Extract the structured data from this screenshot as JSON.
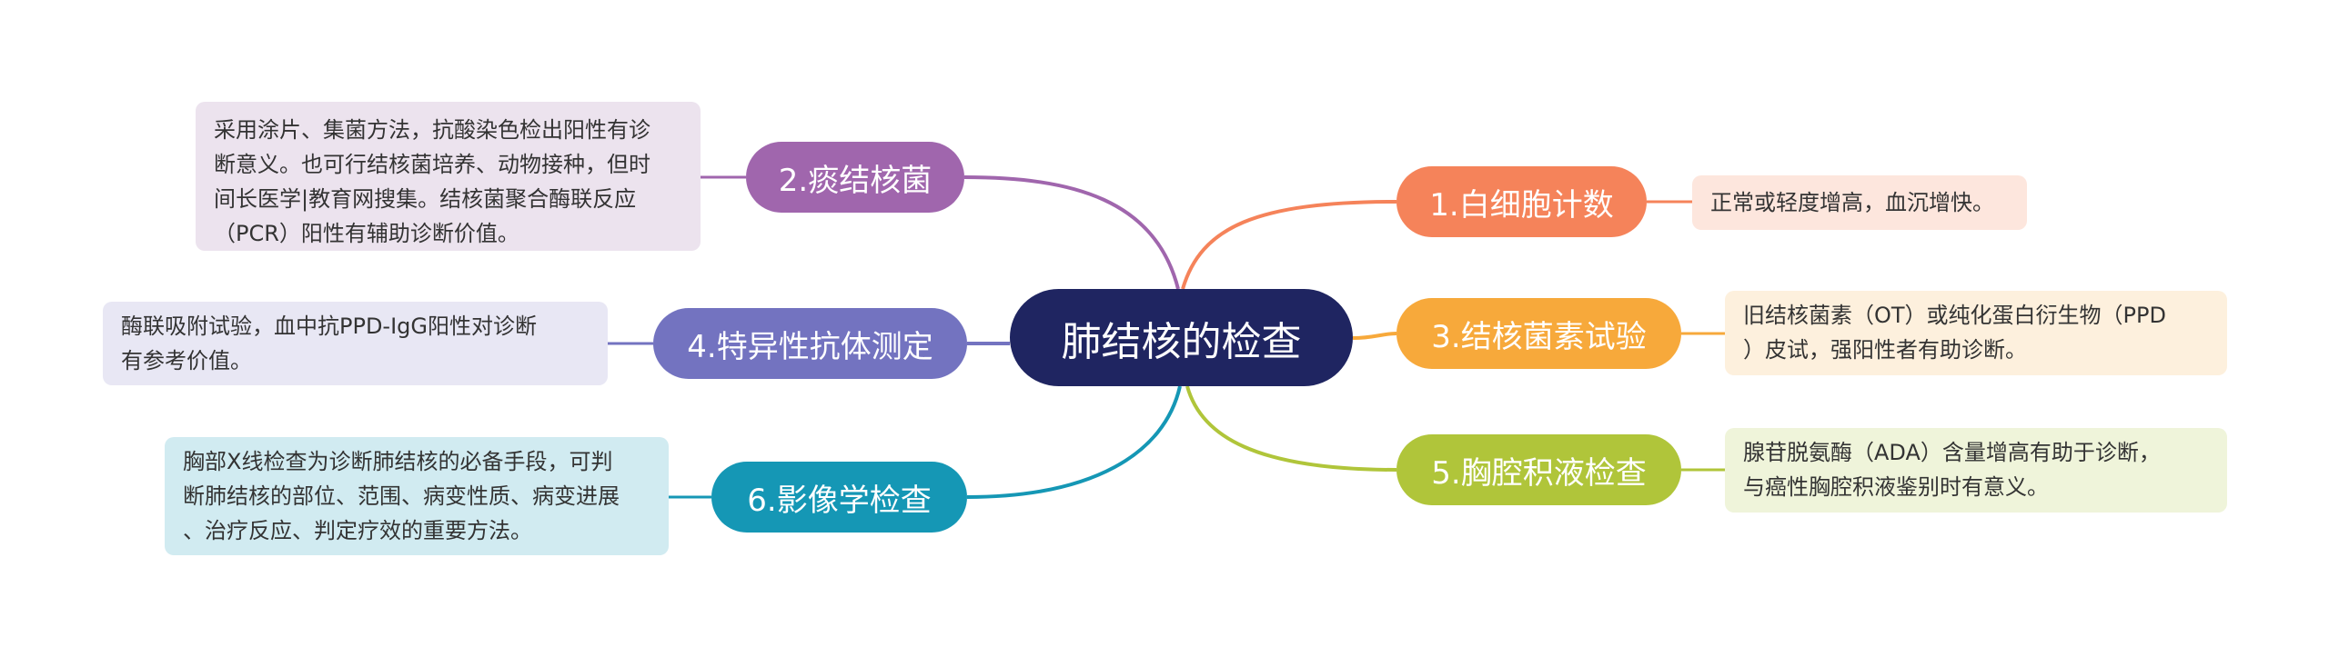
{
  "colors": {
    "center": "#1f2561",
    "b1": "#f5835a",
    "b2": "#a066ad",
    "b3": "#f7a93b",
    "b4": "#7373c0",
    "b5": "#b0c53a",
    "b6": "#1597b5",
    "leaf1_bg": "#fde6dd",
    "leaf2_bg": "#ece3ee",
    "leaf3_bg": "#fdf0dd",
    "leaf4_bg": "#e8e7f4",
    "leaf5_bg": "#eff4da",
    "leaf6_bg": "#d1ebf1"
  },
  "center": {
    "label": "肺结核的检查"
  },
  "branches": {
    "b1": {
      "label": "1.白细胞计数",
      "note": "正常或轻度增高，血沉增快。"
    },
    "b2": {
      "label": "2.痰结核菌",
      "note": "采用涂片、集菌方法，抗酸染色检出阳性有诊\n断意义。也可行结核菌培养、动物接种，但时\n间长医学|教育网搜集。结核菌聚合酶联反应\n（PCR）阳性有辅助诊断价值。"
    },
    "b3": {
      "label": "3.结核菌素试验",
      "note": "旧结核菌素（OT）或纯化蛋白衍生物（PPD\n）皮试，强阳性者有助诊断。"
    },
    "b4": {
      "label": "4.特异性抗体测定",
      "note": "酶联吸附试验，血中抗PPD-IgG阳性对诊断\n有参考价值。"
    },
    "b5": {
      "label": "5.胸腔积液检查",
      "note": "腺苷脱氨酶（ADA）含量增高有助于诊断，\n与癌性胸腔积液鉴别时有意义。"
    },
    "b6": {
      "label": "6.影像学检查",
      "note": "胸部X线检查为诊断肺结核的必备手段，可判\n断肺结核的部位、范围、病变性质、病变进展\n、治疗反应、判定疗效的重要方法。"
    }
  }
}
